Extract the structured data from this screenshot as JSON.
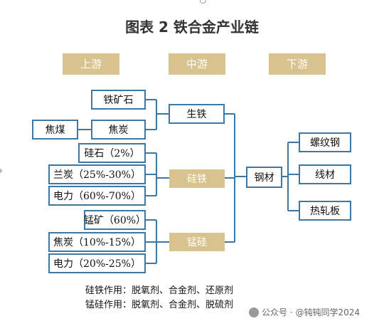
{
  "title": "图表 2   铁合金产业链",
  "stages": {
    "upstream": "上游",
    "midstream": "中游",
    "downstream": "下游"
  },
  "boxes": {
    "iron_ore": "铁矿石",
    "coal": "焦煤",
    "coke1": "焦炭",
    "pig_iron": "生铁",
    "silica": "硅石（2%）",
    "semi_coke": "兰炭（25%-30%）",
    "power1": "电力（60%-70%）",
    "ferrosilicon": "硅铁",
    "manganese_ore": "锰矿（60%）",
    "coke2": "焦炭（10%-15%）",
    "power2": "电力（20%-25%）",
    "silicomanganese": "锰硅",
    "steel": "钢材",
    "rebar": "螺纹钢",
    "wire": "线材",
    "hot_rolled": "热轧板"
  },
  "notes": {
    "ferrosilicon_use": "硅铁作用：脱氧剂、合金剂、还原剂",
    "silicomanganese_use": "锰硅作用：脱氧剂、合金剂、脱硫剂"
  },
  "watermark": "公众号 · @钝钝同学2024",
  "colors": {
    "accent": "#3a78a8",
    "gold": "#d8c28d"
  }
}
